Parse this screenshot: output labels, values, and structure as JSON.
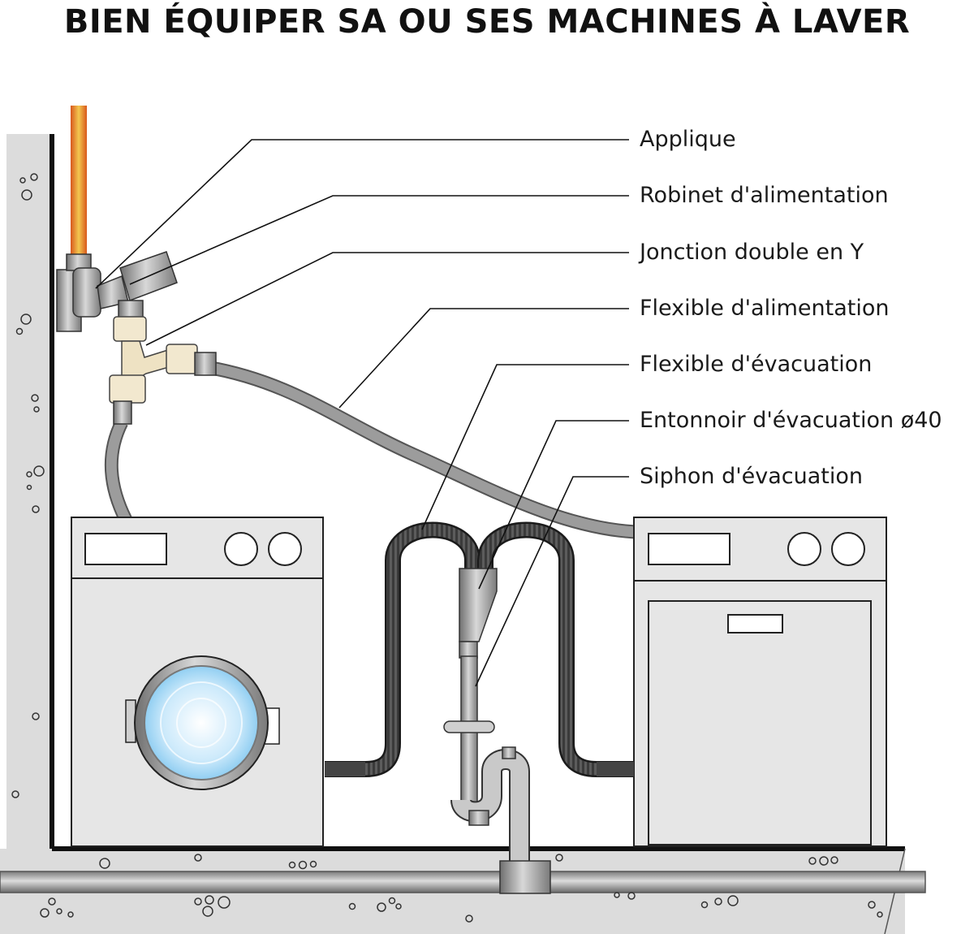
{
  "title": "BIEN ÉQUIPER SA OU SES MACHINES À LAVER",
  "labels": [
    "Applique",
    "Robinet d'alimentation",
    "Jonction double en Y",
    "Flexible d'alimentation",
    "Flexible d'évacuation",
    "Entonnoir d'évacuation ø40",
    "Siphon d'évacuation"
  ],
  "colors": {
    "wall": "#dcdcdc",
    "machine": "#e6e6e6",
    "hose": "#9a9a9a",
    "drain_hose": "#2e2e2e",
    "pipe_hot": "#e8a24a",
    "door_glass": "#bfe6fb"
  }
}
